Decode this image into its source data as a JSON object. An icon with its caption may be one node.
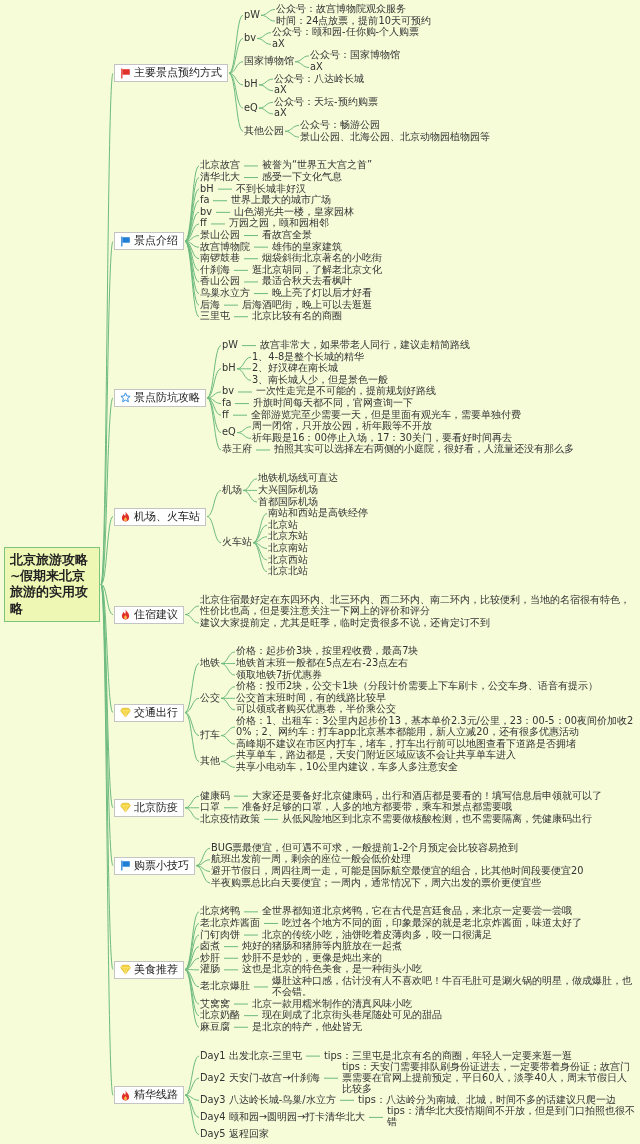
{
  "diagram": {
    "nodes": [
      {
        "text": [
          "北京旅游攻略~假期来北京旅游的实用攻略"
        ]
      },
      {
        "text": [
          "主要景点预约方式"
        ]
      },
      {
        "text": [
          "pW"
        ]
      },
      {
        "text": [
          "公众号：故宫博物院观众服务"
        ]
      },
      {
        "text": [
          "时间：24点放票，提前10天可预约"
        ]
      },
      {
        "text": [
          "bv"
        ]
      },
      {
        "text": [
          "公众号：颐和园-任你购-个人购票"
        ]
      },
      {
        "text": [
          "aX"
        ]
      },
      {
        "text": [
          "国家博物馆"
        ]
      },
      {
        "text": [
          "公众号：国家博物馆"
        ]
      },
      {
        "text": [
          "aX"
        ]
      },
      {
        "text": [
          "bH"
        ]
      },
      {
        "text": [
          "公众号：八达岭长城"
        ]
      },
      {
        "text": [
          "aX"
        ]
      },
      {
        "text": [
          "eQ"
        ]
      },
      {
        "text": [
          "公众号：天坛-预约购票"
        ]
      },
      {
        "text": [
          "aX"
        ]
      },
      {
        "text": [
          "其他公园"
        ]
      },
      {
        "text": [
          "公众号：畅游公园"
        ]
      },
      {
        "text": [
          "景山公园、北海公园、北京动物园植物园等"
        ]
      },
      {
        "text": [
          "景点介绍"
        ]
      },
      {
        "text": [
          "北京故宫"
        ]
      },
      {
        "text": [
          "被誉为“世界五大宫之首”"
        ]
      },
      {
        "text": [
          "清华北大"
        ]
      },
      {
        "text": [
          "感受一下文化气息"
        ]
      },
      {
        "text": [
          "bH"
        ]
      },
      {
        "text": [
          "不到长城非好汉"
        ]
      },
      {
        "text": [
          "fa"
        ]
      },
      {
        "text": [
          "世界上最大的城市广场"
        ]
      },
      {
        "text": [
          "bv"
        ]
      },
      {
        "text": [
          "山色湖光共一楼，皇家园林"
        ]
      },
      {
        "text": [
          "ff"
        ]
      },
      {
        "text": [
          "万园之园，颐和园相邻"
        ]
      },
      {
        "text": [
          "景山公园"
        ]
      },
      {
        "text": [
          "看故宫全景"
        ]
      },
      {
        "text": [
          "故宫博物院"
        ]
      },
      {
        "text": [
          "雄伟的皇家建筑"
        ]
      },
      {
        "text": [
          "南锣鼓巷"
        ]
      },
      {
        "text": [
          "烟袋斜街北京著名的小吃街"
        ]
      },
      {
        "text": [
          "什刹海"
        ]
      },
      {
        "text": [
          "逛北京胡同，了解老北京文化"
        ]
      },
      {
        "text": [
          "香山公园"
        ]
      },
      {
        "text": [
          "最适合秋天去看枫叶"
        ]
      },
      {
        "text": [
          "鸟巢水立方"
        ]
      },
      {
        "text": [
          "晚上亮了灯以后才好看"
        ]
      },
      {
        "text": [
          "后海"
        ]
      },
      {
        "text": [
          "后海酒吧街，晚上可以去逛逛"
        ]
      },
      {
        "text": [
          "三里屯"
        ]
      },
      {
        "text": [
          "北京比较有名的商圈"
        ]
      },
      {
        "text": [
          "景点防坑攻略"
        ]
      },
      {
        "text": [
          "pW"
        ]
      },
      {
        "text": [
          "故宫非常大，如果带老人同行，建议走精简路线"
        ]
      },
      {
        "text": [
          "bH"
        ]
      },
      {
        "text": [
          "1、4-8是整个长城的精华"
        ]
      },
      {
        "text": [
          "2、好汉碑在南长城"
        ]
      },
      {
        "text": [
          "3、南长城人少，但是景色一般"
        ]
      },
      {
        "text": [
          "bv"
        ]
      },
      {
        "text": [
          "一次性走完是不可能的，提前规划好路线"
        ]
      },
      {
        "text": [
          "fa"
        ]
      },
      {
        "text": [
          "升旗时间每天都不同，官网查询一下"
        ]
      },
      {
        "text": [
          "ff"
        ]
      },
      {
        "text": [
          "全部游览完至少需要一天，但是里面有观光车，需要单独付费"
        ]
      },
      {
        "text": [
          "eQ"
        ]
      },
      {
        "text": [
          "周一闭馆，只开放公园，祈年殿等不开放"
        ]
      },
      {
        "text": [
          "祈年殿是16：00停止入场，17：30关门，要看好时间再去"
        ]
      },
      {
        "text": [
          "恭王府"
        ]
      },
      {
        "text": [
          "拍照其实可以选择左右两侧的小庭院，很好看，人流量还没有那么多"
        ]
      },
      {
        "text": [
          "机场、火车站"
        ]
      },
      {
        "text": [
          "机场"
        ]
      },
      {
        "text": [
          "地铁机场线可直达"
        ]
      },
      {
        "text": [
          "大兴国际机场"
        ]
      },
      {
        "text": [
          "首都国际机场"
        ]
      },
      {
        "text": [
          "火车站"
        ]
      },
      {
        "text": [
          "南站和西站是高铁经停"
        ]
      },
      {
        "text": [
          "北京站"
        ]
      },
      {
        "text": [
          "北京东站"
        ]
      },
      {
        "text": [
          "北京南站"
        ]
      },
      {
        "text": [
          "北京西站"
        ]
      },
      {
        "text": [
          "北京北站"
        ]
      },
      {
        "text": [
          "住宿建议"
        ]
      },
      {
        "text": [
          "北京住宿最好定在东四环内、北三环内、西二环内、南二环内，比较便利，当地的名宿很有特色，性价比也高，但是要注意关注一下网上的评价和评分"
        ]
      },
      {
        "text": [
          "建议大家提前定，尤其是旺季，临时定贵很多不说，还肯定订不到"
        ]
      },
      {
        "text": [
          "交通出行"
        ]
      },
      {
        "text": [
          "地铁"
        ]
      },
      {
        "text": [
          "价格：起步价3块，按里程收费，最高7块"
        ]
      },
      {
        "text": [
          "地铁首末班一般都在5点左右-23点左右"
        ]
      },
      {
        "text": [
          "领取地铁7折优惠券"
        ]
      },
      {
        "text": [
          "公交"
        ]
      },
      {
        "text": [
          "价格：投币2块，公交卡1块（分段计价需要上下车刷卡，公交车身、语音有提示）"
        ]
      },
      {
        "text": [
          "公交首末班时间，有的线路比较早"
        ]
      },
      {
        "text": [
          "可以领或者购买优惠卷，半价乘公交"
        ]
      },
      {
        "text": [
          "打车"
        ]
      },
      {
        "text": [
          "价格：1、出租车：3公里内起步价13，基本单价2.3元/公里，23：00-5：00夜间价加收20%；2、网约车：打车app北京基本都能用，新人立减20，还有很多优惠活动"
        ]
      },
      {
        "text": [
          "高峰期不建议在市区内打车，堵车，打车出行前可以地图查看下道路是否拥堵"
        ]
      },
      {
        "text": [
          "其他"
        ]
      },
      {
        "text": [
          "共享单车，路边都是，天安门附近区域应该不会让共享单车进入"
        ]
      },
      {
        "text": [
          "共享小电动车，10公里内建议，车多人多注意安全"
        ]
      },
      {
        "text": [
          "北京防疫"
        ]
      },
      {
        "text": [
          "健康码"
        ]
      },
      {
        "text": [
          "大家还是要备好北京健康码，出行和酒店都是要看的！填写信息后申领就可以了"
        ]
      },
      {
        "text": [
          "口罩"
        ]
      },
      {
        "text": [
          "准备好足够的口罩，人多的地方都要带，乘车和景点都需要哦"
        ]
      },
      {
        "text": [
          "北京疫情政策"
        ]
      },
      {
        "text": [
          "从低风险地区到北京不需要做核酸检测，也不需要隔离，凭健康码出行"
        ]
      },
      {
        "text": [
          "购票小技巧"
        ]
      },
      {
        "text": [
          "BUG票最便宜，但可遇不可求，一般提前1-2个月预定会比较容易抢到"
        ]
      },
      {
        "text": [
          "航班出发前一周，剩余的座位一般会低价处理"
        ]
      },
      {
        "text": [
          "避开节假日，周四往周一走，可能是国际航空最便宜的组合，比其他时间段要便宜20"
        ]
      },
      {
        "text": [
          "半夜购票总比白天要便宜；一周内，通常情况下，周六出发的票价更便宜些"
        ]
      },
      {
        "text": [
          "美食推荐"
        ]
      },
      {
        "text": [
          "北京烤鸭"
        ]
      },
      {
        "text": [
          "全世界都知道北京烤鸭，它在古代是宫廷食品，来北京一定要尝一尝哦"
        ]
      },
      {
        "text": [
          "老北京炸酱面"
        ]
      },
      {
        "text": [
          "吃过各个地方不同的面，印象最深的就是老北京炸酱面，味道太好了"
        ]
      },
      {
        "text": [
          "门钉肉饼"
        ]
      },
      {
        "text": [
          "北京的传统小吃，油饼吃着皮薄肉多，咬一口很满足"
        ]
      },
      {
        "text": [
          "卤煮"
        ]
      },
      {
        "text": [
          "炖好的猪肠和猪肺等内脏放在一起煮"
        ]
      },
      {
        "text": [
          "炒肝"
        ]
      },
      {
        "text": [
          "炒肝不是炒的，更像是炖出来的"
        ]
      },
      {
        "text": [
          "灌肠"
        ]
      },
      {
        "text": [
          "这也是北京的特色美食，是一种街头小吃"
        ]
      },
      {
        "text": [
          "老北京爆肚"
        ]
      },
      {
        "text": [
          "爆肚这种口感，估计没有人不喜欢吧！牛百毛肚可是涮火锅的明星，做成爆肚，也不会错。"
        ]
      },
      {
        "text": [
          "艾窝窝"
        ]
      },
      {
        "text": [
          "北京一款用糯米制作的清真风味小吃"
        ]
      },
      {
        "text": [
          "北京奶酪"
        ]
      },
      {
        "text": [
          "现在则成了北京街头巷尾随处可见的甜品"
        ]
      },
      {
        "text": [
          "麻豆腐"
        ]
      },
      {
        "text": [
          "是北京的特产，他处皆无"
        ]
      },
      {
        "text": [
          "精华线路"
        ]
      },
      {
        "text": [
          "Day1 出发北京-三里屯"
        ]
      },
      {
        "text": [
          "tips：三里屯是北京有名的商圈，年轻人一定要来逛一逛"
        ]
      },
      {
        "text": [
          "Day2 天安门-故宫→什刹海"
        ]
      },
      {
        "text": [
          "tips：天安门需要排队刷身份证进去，一定要带着身份证；故宫门票需要在官网上提前预定，平日60人，淡季40人，周末节假日人比较多"
        ]
      },
      {
        "text": [
          "Day3 八达岭长城-鸟巢/水立方"
        ]
      },
      {
        "text": [
          "tips：八达岭分为南城、北城，时间不多的话建议只爬一边"
        ]
      },
      {
        "text": [
          "Day4 颐和园→圆明园→打卡清华北大"
        ]
      },
      {
        "text": [
          "tips：清华北大疫情期间不开放，但是到门口拍照也很不错"
        ]
      },
      {
        "text": [
          "Day5 返程回家"
        ]
      }
    ],
    "edges": [
      {
        "from": 0,
        "to": 1,
        "arrow": "none"
      },
      {
        "from": 1,
        "to": 2,
        "arrow": "none"
      },
      {
        "from": 2,
        "to": 3,
        "arrow": "none"
      },
      {
        "from": 2,
        "to": 4,
        "arrow": "none"
      },
      {
        "from": 1,
        "to": 5,
        "arrow": "none"
      },
      {
        "from": 5,
        "to": 6,
        "arrow": "none"
      },
      {
        "from": 5,
        "to": 7,
        "arrow": "none"
      },
      {
        "from": 1,
        "to": 8,
        "arrow": "none"
      },
      {
        "from": 8,
        "to": 9,
        "arrow": "none"
      },
      {
        "from": 8,
        "to": 10,
        "arrow": "none"
      },
      {
        "from": 1,
        "to": 11,
        "arrow": "none"
      },
      {
        "from": 11,
        "to": 12,
        "arrow": "none"
      },
      {
        "from": 11,
        "to": 13,
        "arrow": "none"
      },
      {
        "from": 1,
        "to": 14,
        "arrow": "none"
      },
      {
        "from": 14,
        "to": 15,
        "arrow": "none"
      },
      {
        "from": 14,
        "to": 16,
        "arrow": "none"
      },
      {
        "from": 1,
        "to": 17,
        "arrow": "none"
      },
      {
        "from": 17,
        "to": 18,
        "arrow": "none"
      },
      {
        "from": 17,
        "to": 19,
        "arrow": "none"
      },
      {
        "from": 0,
        "to": 20,
        "arrow": "none"
      },
      {
        "from": 20,
        "to": 21,
        "arrow": "none"
      },
      {
        "from": 21,
        "to": 22,
        "arrow": "none"
      },
      {
        "from": 20,
        "to": 23,
        "arrow": "none"
      },
      {
        "from": 23,
        "to": 24,
        "arrow": "none"
      },
      {
        "from": 20,
        "to": 25,
        "arrow": "none"
      },
      {
        "from": 25,
        "to": 26,
        "arrow": "none"
      },
      {
        "from": 20,
        "to": 27,
        "arrow": "none"
      },
      {
        "from": 27,
        "to": 28,
        "arrow": "none"
      },
      {
        "from": 20,
        "to": 29,
        "arrow": "none"
      },
      {
        "from": 29,
        "to": 30,
        "arrow": "none"
      },
      {
        "from": 20,
        "to": 31,
        "arrow": "none"
      },
      {
        "from": 31,
        "to": 32,
        "arrow": "none"
      },
      {
        "from": 20,
        "to": 33,
        "arrow": "none"
      },
      {
        "from": 33,
        "to": 34,
        "arrow": "none"
      },
      {
        "from": 20,
        "to": 35,
        "arrow": "none"
      },
      {
        "from": 35,
        "to": 36,
        "arrow": "none"
      },
      {
        "from": 20,
        "to": 37,
        "arrow": "none"
      },
      {
        "from": 37,
        "to": 38,
        "arrow": "none"
      },
      {
        "from": 20,
        "to": 39,
        "arrow": "none"
      },
      {
        "from": 39,
        "to": 40,
        "arrow": "none"
      },
      {
        "from": 20,
        "to": 41,
        "arrow": "none"
      },
      {
        "from": 41,
        "to": 42,
        "arrow": "none"
      },
      {
        "from": 20,
        "to": 43,
        "arrow": "none"
      },
      {
        "from": 43,
        "to": 44,
        "arrow": "none"
      },
      {
        "from": 20,
        "to": 45,
        "arrow": "none"
      },
      {
        "from": 45,
        "to": 46,
        "arrow": "none"
      },
      {
        "from": 20,
        "to": 47,
        "arrow": "none"
      },
      {
        "from": 47,
        "to": 48,
        "arrow": "none"
      },
      {
        "from": 0,
        "to": 49,
        "arrow": "none"
      },
      {
        "from": 49,
        "to": 50,
        "arrow": "none"
      },
      {
        "from": 50,
        "to": 51,
        "arrow": "none"
      },
      {
        "from": 49,
        "to": 52,
        "arrow": "none"
      },
      {
        "from": 52,
        "to": 53,
        "arrow": "none"
      },
      {
        "from": 52,
        "to": 54,
        "arrow": "none"
      },
      {
        "from": 52,
        "to": 55,
        "arrow": "none"
      },
      {
        "from": 49,
        "to": 56,
        "arrow": "none"
      },
      {
        "from": 56,
        "to": 57,
        "arrow": "none"
      },
      {
        "from": 49,
        "to": 58,
        "arrow": "none"
      },
      {
        "from": 58,
        "to": 59,
        "arrow": "none"
      },
      {
        "from": 49,
        "to": 60,
        "arrow": "none"
      },
      {
        "from": 60,
        "to": 61,
        "arrow": "none"
      },
      {
        "from": 49,
        "to": 62,
        "arrow": "none"
      },
      {
        "from": 62,
        "to": 63,
        "arrow": "none"
      },
      {
        "from": 62,
        "to": 64,
        "arrow": "none"
      },
      {
        "from": 49,
        "to": 65,
        "arrow": "none"
      },
      {
        "from": 65,
        "to": 66,
        "arrow": "none"
      },
      {
        "from": 0,
        "to": 67,
        "arrow": "none"
      },
      {
        "from": 67,
        "to": 68,
        "arrow": "none"
      },
      {
        "from": 68,
        "to": 69,
        "arrow": "none"
      },
      {
        "from": 68,
        "to": 70,
        "arrow": "none"
      },
      {
        "from": 68,
        "to": 71,
        "arrow": "none"
      },
      {
        "from": 67,
        "to": 72,
        "arrow": "none"
      },
      {
        "from": 72,
        "to": 73,
        "arrow": "none"
      },
      {
        "from": 72,
        "to": 74,
        "arrow": "none"
      },
      {
        "from": 72,
        "to": 75,
        "arrow": "none"
      },
      {
        "from": 72,
        "to": 76,
        "arrow": "none"
      },
      {
        "from": 72,
        "to": 77,
        "arrow": "none"
      },
      {
        "from": 72,
        "to": 78,
        "arrow": "none"
      },
      {
        "from": 0,
        "to": 79,
        "arrow": "none"
      },
      {
        "from": 79,
        "to": 80,
        "arrow": "none"
      },
      {
        "from": 79,
        "to": 81,
        "arrow": "none"
      },
      {
        "from": 0,
        "to": 82,
        "arrow": "none"
      },
      {
        "from": 82,
        "to": 83,
        "arrow": "none"
      },
      {
        "from": 83,
        "to": 84,
        "arrow": "none"
      },
      {
        "from": 83,
        "to": 85,
        "arrow": "none"
      },
      {
        "from": 83,
        "to": 86,
        "arrow": "none"
      },
      {
        "from": 82,
        "to": 87,
        "arrow": "none"
      },
      {
        "from": 87,
        "to": 88,
        "arrow": "none"
      },
      {
        "from": 87,
        "to": 89,
        "arrow": "none"
      },
      {
        "from": 87,
        "to": 90,
        "arrow": "none"
      },
      {
        "from": 82,
        "to": 91,
        "arrow": "none"
      },
      {
        "from": 91,
        "to": 92,
        "arrow": "none"
      },
      {
        "from": 91,
        "to": 93,
        "arrow": "none"
      },
      {
        "from": 82,
        "to": 94,
        "arrow": "none"
      },
      {
        "from": 94,
        "to": 95,
        "arrow": "none"
      },
      {
        "from": 94,
        "to": 96,
        "arrow": "none"
      },
      {
        "from": 0,
        "to": 97,
        "arrow": "none"
      },
      {
        "from": 97,
        "to": 98,
        "arrow": "none"
      },
      {
        "from": 98,
        "to": 99,
        "arrow": "none"
      },
      {
        "from": 97,
        "to": 100,
        "arrow": "none"
      },
      {
        "from": 100,
        "to": 101,
        "arrow": "none"
      },
      {
        "from": 97,
        "to": 102,
        "arrow": "none"
      },
      {
        "from": 102,
        "to": 103,
        "arrow": "none"
      },
      {
        "from": 0,
        "to": 104,
        "arrow": "none"
      },
      {
        "from": 104,
        "to": 105,
        "arrow": "none"
      },
      {
        "from": 104,
        "to": 106,
        "arrow": "none"
      },
      {
        "from": 104,
        "to": 107,
        "arrow": "none"
      },
      {
        "from": 104,
        "to": 108,
        "arrow": "none"
      },
      {
        "from": 0,
        "to": 109,
        "arrow": "none"
      },
      {
        "from": 109,
        "to": 110,
        "arrow": "none"
      },
      {
        "from": 110,
        "to": 111,
        "arrow": "none"
      },
      {
        "from": 109,
        "to": 112,
        "arrow": "none"
      },
      {
        "from": 112,
        "to": 113,
        "arrow": "none"
      },
      {
        "from": 109,
        "to": 114,
        "arrow": "none"
      },
      {
        "from": 114,
        "to": 115,
        "arrow": "none"
      },
      {
        "from": 109,
        "to": 116,
        "arrow": "none"
      },
      {
        "from": 116,
        "to": 117,
        "arrow": "none"
      },
      {
        "from": 109,
        "to": 118,
        "arrow": "none"
      },
      {
        "from": 118,
        "to": 119,
        "arrow": "none"
      },
      {
        "from": 109,
        "to": 120,
        "arrow": "none"
      },
      {
        "from": 120,
        "to": 121,
        "arrow": "none"
      },
      {
        "from": 109,
        "to": 122,
        "arrow": "none"
      },
      {
        "from": 122,
        "to": 123,
        "arrow": "none"
      },
      {
        "from": 109,
        "to": 124,
        "arrow": "none"
      },
      {
        "from": 124,
        "to": 125,
        "arrow": "none"
      },
      {
        "from": 109,
        "to": 126,
        "arrow": "none"
      },
      {
        "from": 126,
        "to": 127,
        "arrow": "none"
      },
      {
        "from": 109,
        "to": 128,
        "arrow": "none"
      },
      {
        "from": 128,
        "to": 129,
        "arrow": "none"
      },
      {
        "from": 0,
        "to": 130,
        "arrow": "none"
      },
      {
        "from": 130,
        "to": 131,
        "arrow": "none"
      },
      {
        "from": 131,
        "to": 132,
        "arrow": "none"
      },
      {
        "from": 130,
        "to": 133,
        "arrow": "none"
      },
      {
        "from": 133,
        "to": 134,
        "arrow": "none"
      },
      {
        "from": 130,
        "to": 135,
        "arrow": "none"
      },
      {
        "from": 135,
        "to": 136,
        "arrow": "none"
      },
      {
        "from": 130,
        "to": 137,
        "arrow": "none"
      },
      {
        "from": 137,
        "to": 138,
        "arrow": "none"
      },
      {
        "from": 130,
        "to": 139,
        "arrow": "none"
      }
    ]
  }
}
